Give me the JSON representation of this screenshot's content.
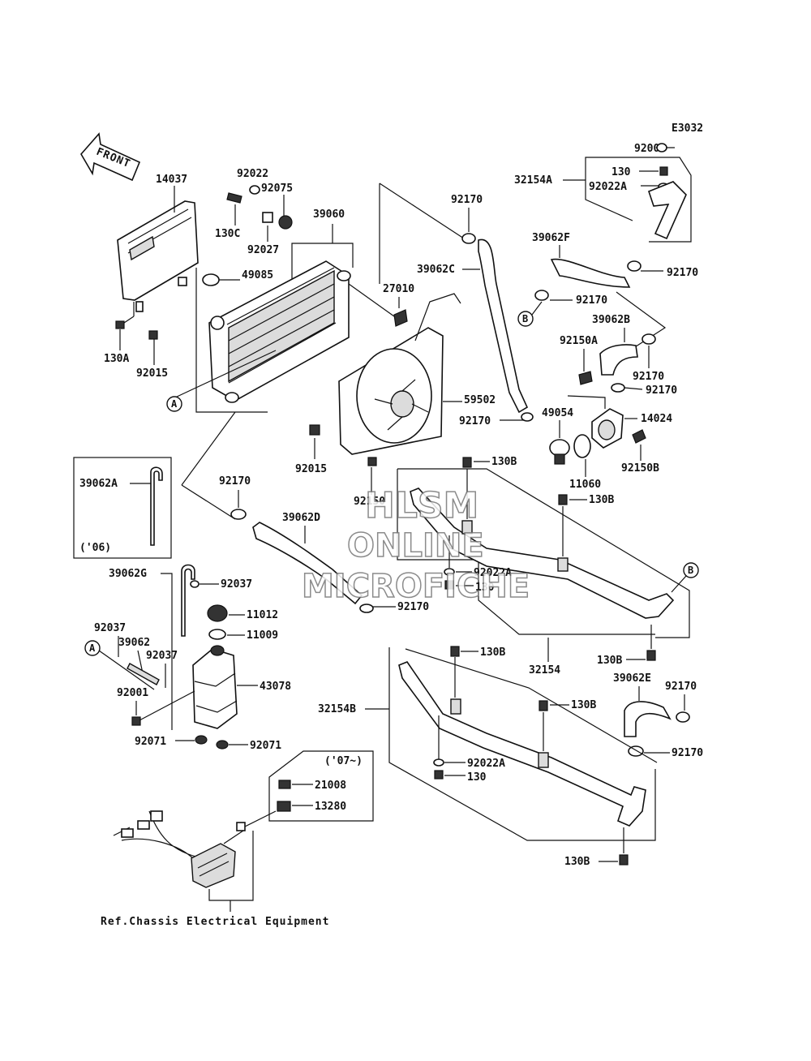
{
  "code": "E3032",
  "front_label": "FRONT",
  "reference": "Ref.Chassis Electrical Equipment",
  "notes": {
    "y06": "('06)",
    "y07": "('07~)"
  },
  "markers": {
    "a": "A",
    "b": "B"
  },
  "watermark": {
    "line1": "HLSM",
    "line2": "ONLINE",
    "line3": "MICROFICHE"
  },
  "parts": {
    "p14037": "14037",
    "p92022": "92022",
    "p92075": "92075",
    "p39060": "39060",
    "p130c": "130C",
    "p92027": "92027",
    "p49085": "49085",
    "p27010": "27010",
    "p130a": "130A",
    "p92015a": "92015",
    "p92170a": "92170",
    "p39062c": "39062C",
    "p39062f": "39062F",
    "p92009": "92009",
    "p32154a": "32154A",
    "p130a_top": "130",
    "p92022a_top": "92022A",
    "p92170b": "92170",
    "p92170c": "92170",
    "p39062b": "39062B",
    "p92150a": "92150A",
    "p92170d": "92170",
    "p92170e": "92170",
    "p14024": "14024",
    "p49054": "49054",
    "p92170f": "92170",
    "p59502": "59502",
    "p11060": "11060",
    "p92150b": "92150B",
    "p92015b": "92015",
    "p130b1": "130B",
    "p92150": "92150",
    "p130b2": "130B",
    "p92170g": "92170",
    "p39062d": "39062D",
    "p39062a": "39062A",
    "p92022a_mid": "92022A",
    "p130_mid": "130",
    "p39062g": "39062G",
    "p92037a": "92037",
    "p92170h": "92170",
    "p11012": "11012",
    "p11009": "11009",
    "p92037b": "92037",
    "p39062": "39062",
    "p92037c": "92037",
    "p130b3": "130B",
    "p32154": "32154",
    "p130b4": "130B",
    "p92001": "92001",
    "p43078": "43078",
    "p39062e": "39062E",
    "p92170i": "92170",
    "p32154b": "32154B",
    "p130b5": "130B",
    "p92071a": "92071",
    "p92071b": "92071",
    "p92170j": "92170",
    "p92022a_low": "92022A",
    "p130_low": "130",
    "p21008": "21008",
    "p13280": "13280",
    "p130b6": "130B"
  }
}
